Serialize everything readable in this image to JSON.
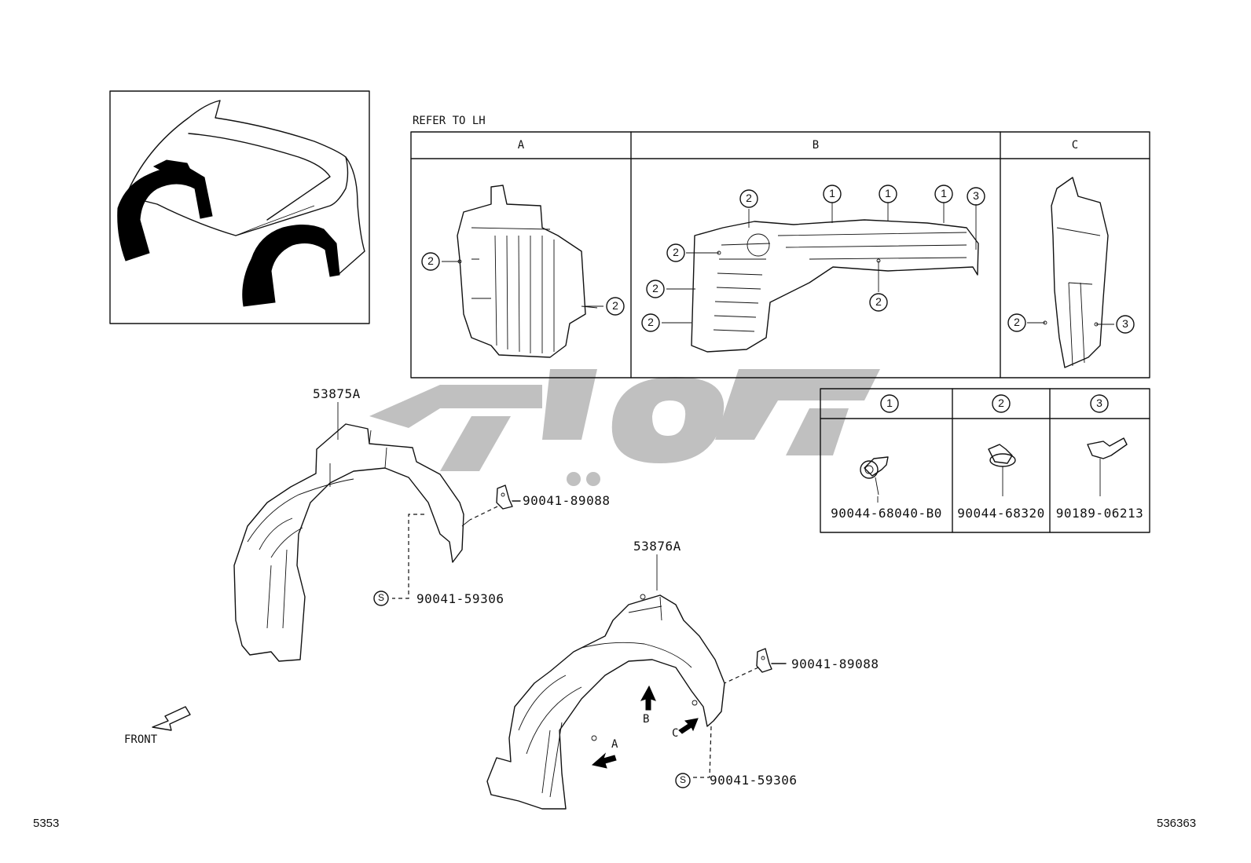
{
  "refer_label": "REFER TO LH",
  "views": [
    {
      "key": "A",
      "label": "A"
    },
    {
      "key": "B",
      "label": "B"
    },
    {
      "key": "C",
      "label": "C"
    }
  ],
  "callout_numbers": {
    "one": "1",
    "two": "2",
    "three": "3"
  },
  "fasteners": [
    {
      "num": "1",
      "part": "90044-68040-B0"
    },
    {
      "num": "2",
      "part": "90044-68320"
    },
    {
      "num": "3",
      "part": "90189-06213"
    }
  ],
  "parts": {
    "front_liner": "53875A",
    "rear_liner": "53876A",
    "clip_front": "90041-89088",
    "screw_front": "90041-59306",
    "clip_rear": "90041-89088",
    "screw_rear": "90041-59306",
    "screw_symbol": "S"
  },
  "arrow_labels": {
    "a": "A",
    "b": "B",
    "c": "C"
  },
  "front_label": "FRONT",
  "footer": {
    "left_code": "5353",
    "right_code": "536363"
  },
  "colors": {
    "line": "#111111",
    "watermark": "#bdbdbd",
    "fill_black": "#000000"
  }
}
